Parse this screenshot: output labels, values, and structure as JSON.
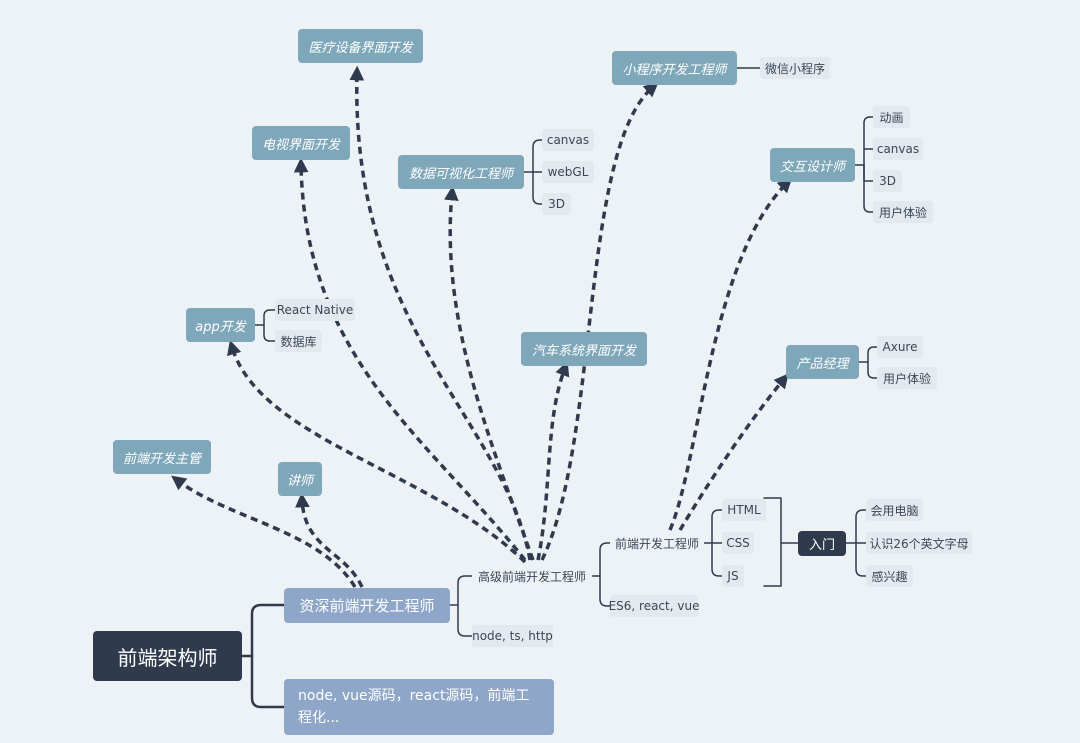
{
  "diagram": {
    "root": "前端架构师",
    "level1": {
      "senior": "资深前端开发工程师",
      "knowledge": "node, vue源码，react源码，前端工程化..."
    },
    "level2": {
      "advanced": "高级前端开发工程师",
      "node_ts": "node, ts, http"
    },
    "level3": {
      "frontend": "前端开发工程师",
      "es6": "ES6, react, vue"
    },
    "basics": {
      "html": "HTML",
      "css": "CSS",
      "js": "JS"
    },
    "entry": {
      "label": "入门",
      "items": [
        "会用电脑",
        "认识26个英文字母",
        "感兴趣"
      ]
    },
    "careers": {
      "medical": "医疗设备界面开发",
      "tv": "电视界面开发",
      "dataviz": "数据可视化工程师",
      "dataviz_items": [
        "canvas",
        "webGL",
        "3D"
      ],
      "miniprogram": "小程序开发工程师",
      "miniprogram_item": "微信小程序",
      "interaction": "交互设计师",
      "interaction_items": [
        "动画",
        "canvas",
        "3D",
        "用户体验"
      ],
      "app": "app开发",
      "app_items": [
        "React Native",
        "数据库"
      ],
      "car": "汽车系统界面开发",
      "pm": "产品经理",
      "pm_items": [
        "Axure",
        "用户体验"
      ],
      "lead": "前端开发主管",
      "lecturer": "讲师"
    },
    "colors": {
      "background": "#edf2f7",
      "career_node": "#7fa7ba",
      "mid_node": "#8ea6c8",
      "root_node": "#2f3a4d",
      "leaf_node": "#e3e9ef",
      "connector": "#2f3a4d"
    }
  }
}
